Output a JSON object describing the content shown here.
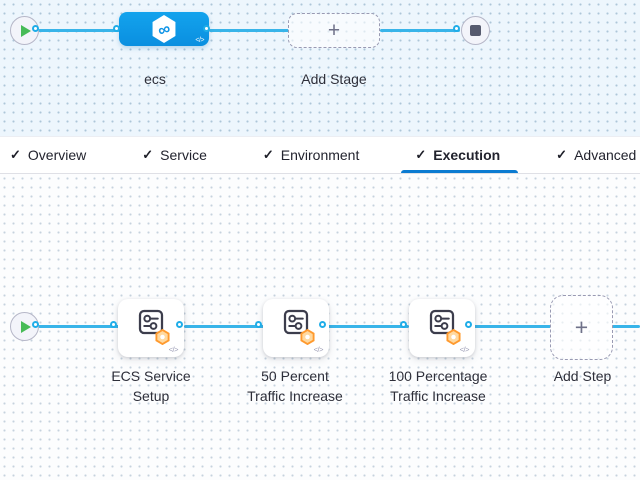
{
  "stage_graph": {
    "start_node": "pipeline start",
    "stage_node": {
      "label": "ecs"
    },
    "add_stage": {
      "label": "Add Stage"
    },
    "stop_node": "pipeline end"
  },
  "tabs": [
    {
      "label": "Overview",
      "checked": true,
      "active": false
    },
    {
      "label": "Service",
      "checked": true,
      "active": false
    },
    {
      "label": "Environment",
      "checked": true,
      "active": false
    },
    {
      "label": "Execution",
      "checked": true,
      "active": true
    },
    {
      "label": "Advanced",
      "checked": true,
      "active": false
    }
  ],
  "execution_graph": {
    "start_node": "execution start",
    "steps": [
      {
        "line1": "ECS Service",
        "line2": "Setup"
      },
      {
        "line1": "50 Percent",
        "line2": "Traffic Increase"
      },
      {
        "line1": "100 Percentage",
        "line2": "Traffic Increase"
      }
    ],
    "add_step": {
      "label": "Add Step"
    }
  },
  "icons": {
    "check": "✓",
    "plus": "+",
    "code": "</>",
    "infinity": "∞"
  },
  "colors": {
    "wire": "#38b4e9",
    "stage_node_blue": "#0f9ae6",
    "tab_underline": "#0b7bd1",
    "play_green": "#47bb57",
    "stop_slate": "#565a6e",
    "badge_orange": "#ff9a2e",
    "canvas_top_bg": "#edf6fd",
    "canvas_bottom_bg": "#fcfdfe"
  }
}
